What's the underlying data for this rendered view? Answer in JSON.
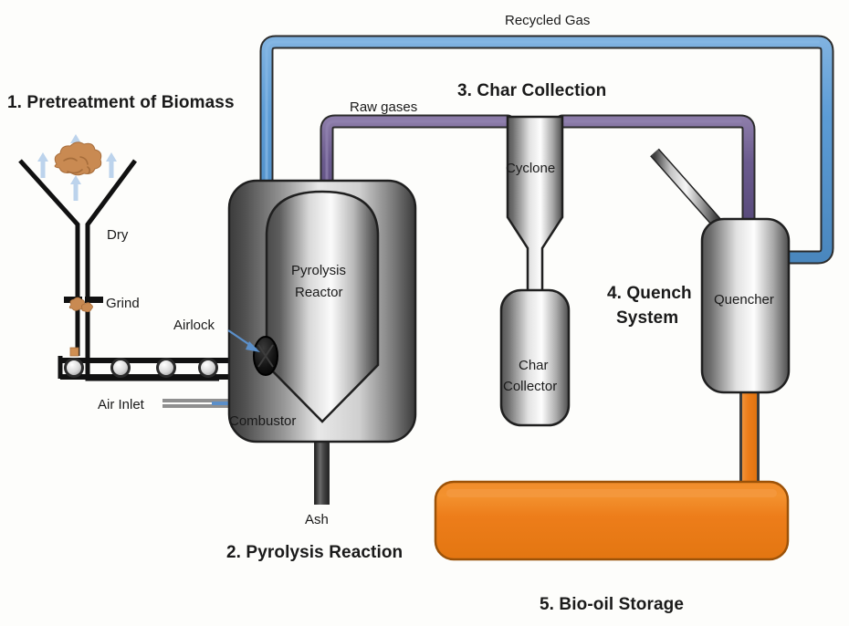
{
  "diagram": {
    "title_steps": [
      {
        "id": "step1",
        "label": "1. Pretreatment of Biomass"
      },
      {
        "id": "step2",
        "label": "2. Pyrolysis Reaction"
      },
      {
        "id": "step3",
        "label": "3. Char Collection"
      },
      {
        "id": "step4_line1",
        "label": "4. Quench"
      },
      {
        "id": "step4_line2",
        "label": "System"
      },
      {
        "id": "step5",
        "label": "5. Bio-oil Storage"
      }
    ],
    "equipment": [
      {
        "id": "pyrolysis_reactor_line1",
        "label": "Pyrolysis"
      },
      {
        "id": "pyrolysis_reactor_line2",
        "label": "Reactor"
      },
      {
        "id": "cyclone",
        "label": "Cyclone"
      },
      {
        "id": "char_collector_line1",
        "label": "Char"
      },
      {
        "id": "char_collector_line2",
        "label": "Collector"
      },
      {
        "id": "quencher",
        "label": "Quencher"
      },
      {
        "id": "combustor",
        "label": "Combustor"
      },
      {
        "id": "airlock",
        "label": "Airlock"
      }
    ],
    "process_labels": [
      {
        "id": "dry",
        "label": "Dry"
      },
      {
        "id": "grind",
        "label": "Grind"
      },
      {
        "id": "air_inlet",
        "label": "Air Inlet"
      },
      {
        "id": "ash",
        "label": "Ash"
      },
      {
        "id": "raw_gases",
        "label": "Raw gases"
      },
      {
        "id": "recycled_gas",
        "label": "Recycled Gas"
      }
    ],
    "colors": {
      "recycled_gas_pipe": "#5b9bd5",
      "raw_gas_pipe": "#6b5b8e",
      "bio_oil": "#ed7d1a",
      "metal_dark": "#3a3a3a",
      "metal_light": "#f2f2f2",
      "outline": "#2b2b2b",
      "arrow_blue": "#bcd3ec",
      "biomass": "#c98a52",
      "background": "#fdfdfb"
    }
  }
}
